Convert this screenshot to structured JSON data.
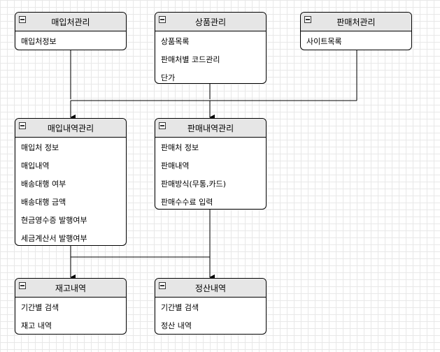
{
  "diagram": {
    "boxes": [
      {
        "id": "purchase-source-mgmt",
        "title": "매입처관리",
        "items": [
          "매입처정보"
        ]
      },
      {
        "id": "product-mgmt",
        "title": "상품관리",
        "items": [
          "상품목록",
          "판매처별 코드관리",
          "단가"
        ]
      },
      {
        "id": "seller-mgmt",
        "title": "판매처관리",
        "items": [
          "사이트목록"
        ]
      },
      {
        "id": "purchase-history-mgmt",
        "title": "매입내역관리",
        "items": [
          "매입처 정보",
          "매입내역",
          "배송대행 여부",
          "배송대행 금액",
          "현금영수증 발행여부",
          "세금계산서 발행여부"
        ]
      },
      {
        "id": "sales-history-mgmt",
        "title": "판매내역관리",
        "items": [
          "판매처 정보",
          "판매내역",
          "판매방식(무통,카드)",
          "판매수수료 입력"
        ]
      },
      {
        "id": "inventory-history",
        "title": "재고내역",
        "items": [
          "기간별 검색",
          "재고 내역"
        ]
      },
      {
        "id": "settlement-history",
        "title": "정산내역",
        "items": [
          "기간별 검색",
          "정산 내역"
        ]
      }
    ],
    "colors": {
      "header": "#e6e6e6",
      "border": "#000000",
      "grid": "#e8e8e8"
    }
  }
}
